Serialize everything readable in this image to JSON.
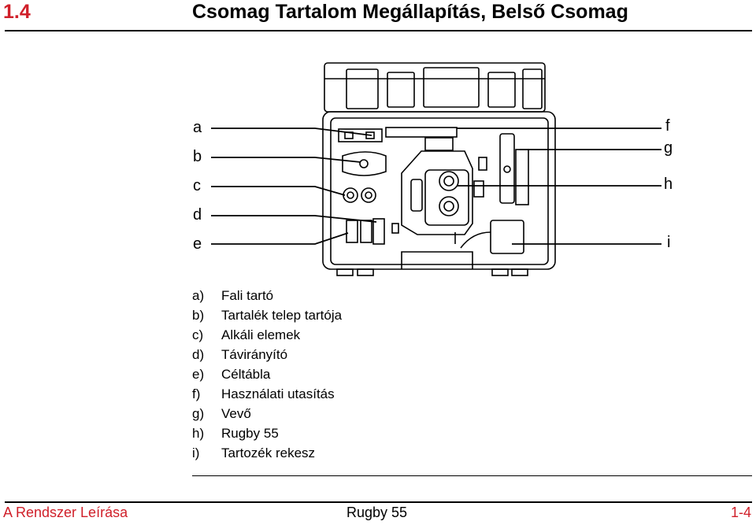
{
  "header": {
    "section_number": "1.4",
    "title": "Csomag Tartalom Megállapítás, Belső Csomag"
  },
  "diagram": {
    "callouts_left": [
      "a",
      "b",
      "c",
      "d",
      "e"
    ],
    "callouts_right": [
      "f",
      "g",
      "h",
      "i"
    ]
  },
  "legend": {
    "items": [
      {
        "key": "a)",
        "text": "Fali tartó"
      },
      {
        "key": "b)",
        "text": "Tartalék telep tartója"
      },
      {
        "key": "c)",
        "text": "Alkáli elemek"
      },
      {
        "key": "d)",
        "text": "Távirányító"
      },
      {
        "key": "e)",
        "text": "Céltábla"
      },
      {
        "key": "f)",
        "text": "Használati utasítás"
      },
      {
        "key": "g)",
        "text": "Vevő"
      },
      {
        "key": "h)",
        "text": "Rugby 55"
      },
      {
        "key": "i)",
        "text": "Tartozék rekesz"
      }
    ]
  },
  "footer": {
    "left": "A Rendszer Leírása",
    "center": "Rugby 55",
    "right": "1-4"
  },
  "colors": {
    "accent": "#d0202a",
    "text": "#000000"
  }
}
